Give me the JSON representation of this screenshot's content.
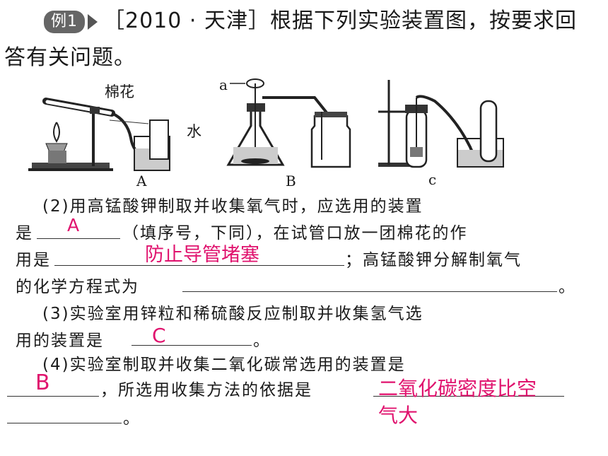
{
  "header": {
    "badge": "例1",
    "source": "［2010 · 天津］",
    "line1": "根据下列实验装置图，按要求回",
    "line2": "答有关问题。"
  },
  "figure": {
    "label_a": "A",
    "label_b": "B",
    "label_c": "c",
    "cotton": "棉花",
    "water": "水",
    "inlet": "a"
  },
  "q2": {
    "line1": "(2)用高锰酸钾制取并收集氧气时，应选用的装置",
    "line2a": "是",
    "line2b": "（填序号，下同），在试管口放一团棉花的作",
    "line3a": "用是",
    "line3b": "；高锰酸钾分解制氧气",
    "line4": "的化学方程式为",
    "line4end": "。",
    "answer_device": "A",
    "answer_cotton": "防止导管堵塞"
  },
  "q3": {
    "line1": "(3)实验室用锌粒和稀硫酸反应制取并收集氢气选",
    "line2": "用的装置是",
    "line2end": "。",
    "answer": "C"
  },
  "q4": {
    "line1": "(4)实验室制取并收集二氧化碳常选用的装置是",
    "line2": "，所选用收集方法的依据是",
    "line3end": "。",
    "answer_device": "B",
    "answer_reason_1": "二氧化碳密度比空",
    "answer_reason_2": "气大"
  }
}
